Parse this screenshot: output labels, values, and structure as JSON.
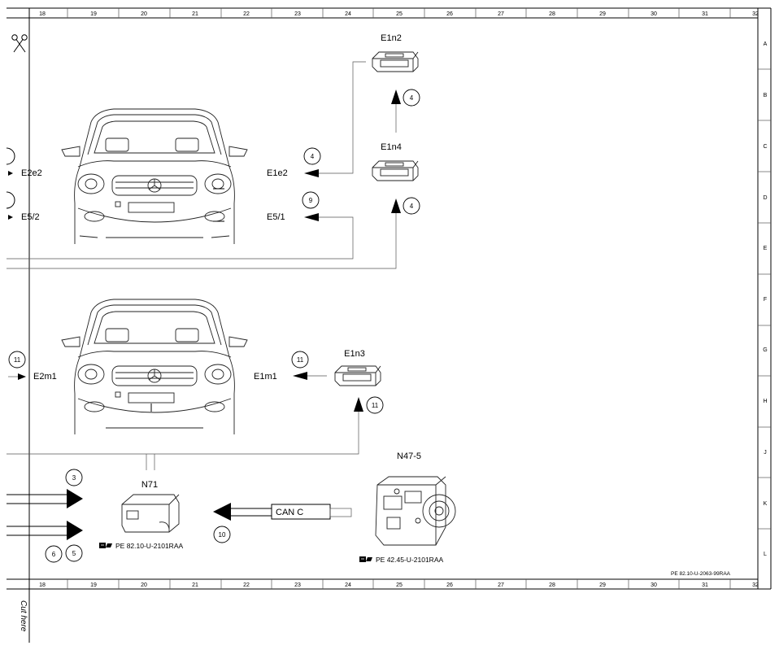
{
  "ruler": {
    "columns": [
      "18",
      "19",
      "20",
      "21",
      "22",
      "23",
      "24",
      "25",
      "26",
      "27",
      "28",
      "29",
      "30",
      "31",
      "32"
    ],
    "rows": [
      "A",
      "B",
      "C",
      "D",
      "E",
      "F",
      "G",
      "H",
      "J",
      "K",
      "L"
    ]
  },
  "sheet": {
    "cut_text": "Cut here",
    "doc_id": "PE 82.10-U-2063-99RAA"
  },
  "components": {
    "e1n2": "E1n2",
    "e1n4": "E1n4",
    "e1n3": "E1n3",
    "n71": "N71",
    "n47_5": "N47-5",
    "e2e2": "E2e2",
    "e5_2": "E5/2",
    "e1e2": "E1e2",
    "e5_1": "E5/1",
    "e2m1": "E2m1",
    "e1m1": "E1m1",
    "can_c": "CAN C"
  },
  "refs": {
    "n71_ref": "PE 82.10-U-2101RAA",
    "n47_ref": "PE 42.45-U-2101RAA"
  },
  "callouts": {
    "c_e1n2": "4",
    "c_e1e2": "4",
    "c_e1n4": "4",
    "c_e51": "9",
    "c_e2m1": "11",
    "c_e1m1": "11",
    "c_e1n3": "11",
    "c_3": "3",
    "c_6": "6",
    "c_5": "5",
    "c_10": "10"
  }
}
